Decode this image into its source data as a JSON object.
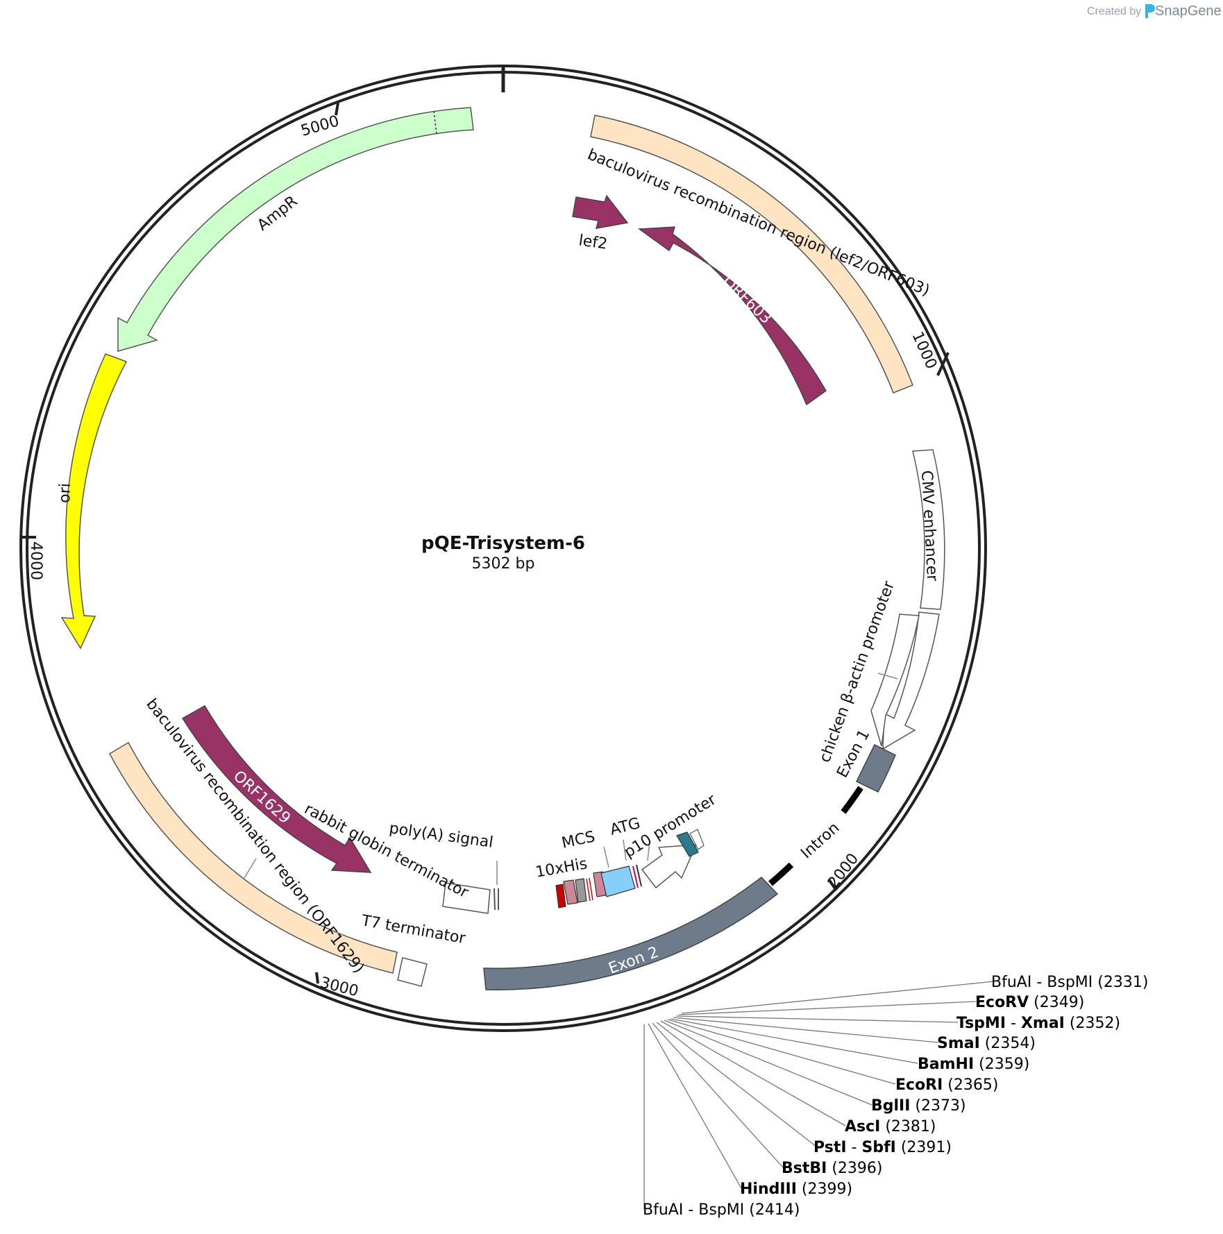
{
  "credit": {
    "prefix": "Created by",
    "brand": "SnapGene"
  },
  "plasmid": {
    "name": "pQE-Trisystem-6",
    "length_label": "5302 bp"
  },
  "ticks": [
    {
      "label": "1000"
    },
    {
      "label": "2000"
    },
    {
      "label": "3000"
    },
    {
      "label": "4000"
    },
    {
      "label": "5000"
    }
  ],
  "features": {
    "amp_r": "AmpR",
    "ori": "ori",
    "baculo_top": "baculovirus recombination region (lef2/ORF603)",
    "lef2": "lef2",
    "orf603": "ORF603",
    "cmv": "CMV enhancer",
    "chicken": "chicken β-actin promoter",
    "exon1": "Exon 1",
    "intron": "Intron",
    "exon2": "Exon 2",
    "baculo_bottom": "baculovirus recombination region (ORF1629)",
    "orf1629": "ORF1629",
    "rabbit": "rabbit globin terminator",
    "polya": "poly(A) signal",
    "t7": "T7 terminator",
    "mcs": "MCS",
    "atg": "ATG",
    "his": "10xHis",
    "p10": "p10 promoter"
  },
  "colors": {
    "amp_r": "#ccffcc",
    "ori": "#ffff00",
    "baculo": "#ffe4c4",
    "orf": "#993366",
    "exon": "#6e7b8b",
    "his": "#87cefa",
    "backbone": "#222222"
  },
  "sites": [
    {
      "name": "BfuAI",
      "name2": "BspMI",
      "bold": false,
      "pos": "(2331)"
    },
    {
      "name": "EcoRV",
      "bold": true,
      "pos": "(2349)"
    },
    {
      "name": "TspMI",
      "name2": "XmaI",
      "bold": true,
      "pos": "(2352)"
    },
    {
      "name": "SmaI",
      "bold": true,
      "pos": "(2354)"
    },
    {
      "name": "BamHI",
      "bold": true,
      "pos": "(2359)"
    },
    {
      "name": "EcoRI",
      "bold": true,
      "pos": "(2365)"
    },
    {
      "name": "BglII",
      "bold": true,
      "pos": "(2373)"
    },
    {
      "name": "AscI",
      "bold": true,
      "pos": "(2381)"
    },
    {
      "name": "PstI",
      "name2": "SbfI",
      "bold": true,
      "pos": "(2391)"
    },
    {
      "name": "BstBI",
      "bold": true,
      "pos": "(2396)"
    },
    {
      "name": "HindIII",
      "bold": true,
      "pos": "(2399)"
    },
    {
      "name": "BfuAI",
      "name2": "BspMI",
      "bold": false,
      "pos": "(2414)"
    }
  ]
}
